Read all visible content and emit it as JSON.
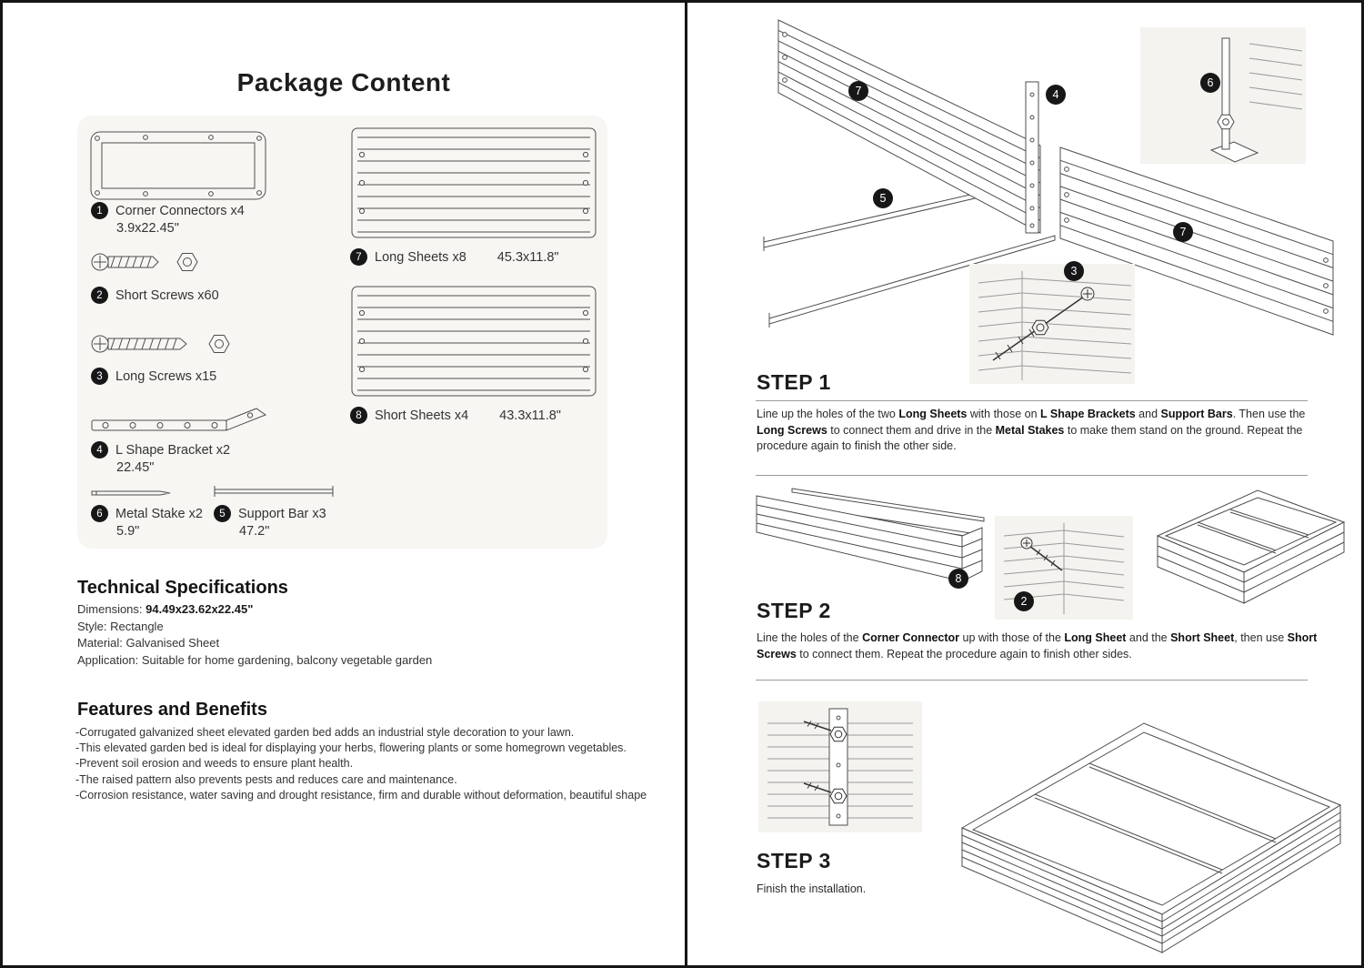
{
  "page": {
    "title": "Package Content"
  },
  "package": {
    "items": [
      {
        "num": "1",
        "label": "Corner Connectors x4",
        "dim": "3.9x22.45\""
      },
      {
        "num": "2",
        "label": "Short Screws x60",
        "dim": ""
      },
      {
        "num": "3",
        "label": "Long Screws x15",
        "dim": ""
      },
      {
        "num": "4",
        "label": "L Shape Bracket x2",
        "dim": "22.45\""
      },
      {
        "num": "6",
        "label": "Metal Stake x2",
        "dim": "5.9\""
      },
      {
        "num": "5",
        "label": "Support Bar x3",
        "dim": "47.2\""
      },
      {
        "num": "7",
        "label": "Long Sheets x8",
        "dim": "45.3x11.8\""
      },
      {
        "num": "8",
        "label": "Short Sheets x4",
        "dim": "43.3x11.8\""
      }
    ]
  },
  "specs": {
    "title": "Technical Specifications",
    "rows": [
      {
        "label": "Dimensions:",
        "value": "94.49x23.62x22.45\""
      },
      {
        "label": "Style:",
        "value": "Rectangle"
      },
      {
        "label": "Material:",
        "value": "Galvanised Sheet"
      },
      {
        "label": "Application:",
        "value": "Suitable for home gardening, balcony vegetable garden"
      }
    ]
  },
  "features": {
    "title": "Features and Benefits",
    "items": [
      "-Corrugated galvanized sheet elevated garden bed adds an industrial style decoration to your lawn.",
      "-This elevated garden bed is ideal for displaying your herbs, flowering plants or some homegrown vegetables.",
      "-Prevent soil erosion and weeds to ensure plant health.",
      "-The raised pattern also prevents pests and reduces care and maintenance.",
      "-Corrosion resistance, water saving and drought resistance, firm and durable without deformation, beautiful shape"
    ]
  },
  "steps": [
    {
      "title": "STEP 1",
      "segments": [
        {
          "t": "Line up the holes of the two ",
          "b": false
        },
        {
          "t": "Long Sheets",
          "b": true
        },
        {
          "t": " with those on ",
          "b": false
        },
        {
          "t": "L Shape Brackets",
          "b": true
        },
        {
          "t": " and ",
          "b": false
        },
        {
          "t": "Support Bars",
          "b": true
        },
        {
          "t": ". Then use the ",
          "b": false
        },
        {
          "t": "Long Screws",
          "b": true
        },
        {
          "t": " to connect them and drive in the ",
          "b": false
        },
        {
          "t": "Metal Stakes",
          "b": true
        },
        {
          "t": " to make them stand on the ground. Repeat the procedure again to finish the other side.",
          "b": false
        }
      ]
    },
    {
      "title": "STEP 2",
      "segments": [
        {
          "t": "Line the holes of the ",
          "b": false
        },
        {
          "t": "Corner Connector",
          "b": true
        },
        {
          "t": " up with those of the ",
          "b": false
        },
        {
          "t": "Long Sheet",
          "b": true
        },
        {
          "t": " and the ",
          "b": false
        },
        {
          "t": "Short Sheet",
          "b": true
        },
        {
          "t": ", then use ",
          "b": false
        },
        {
          "t": "Short Screws",
          "b": true
        },
        {
          "t": " to connect them. Repeat the procedure again to finish other sides.",
          "b": false
        }
      ]
    },
    {
      "title": "STEP 3",
      "segments": [
        {
          "t": "Finish the installation.",
          "b": false
        }
      ]
    }
  ],
  "badges": [
    "7",
    "4",
    "6",
    "5",
    "3",
    "7",
    "8",
    "2"
  ],
  "colors": {
    "panel_bg": "#f7f6f3",
    "inset_bg": "#f4f3f0",
    "badge_bg": "#171717",
    "line_art": "#4d4d4d"
  }
}
